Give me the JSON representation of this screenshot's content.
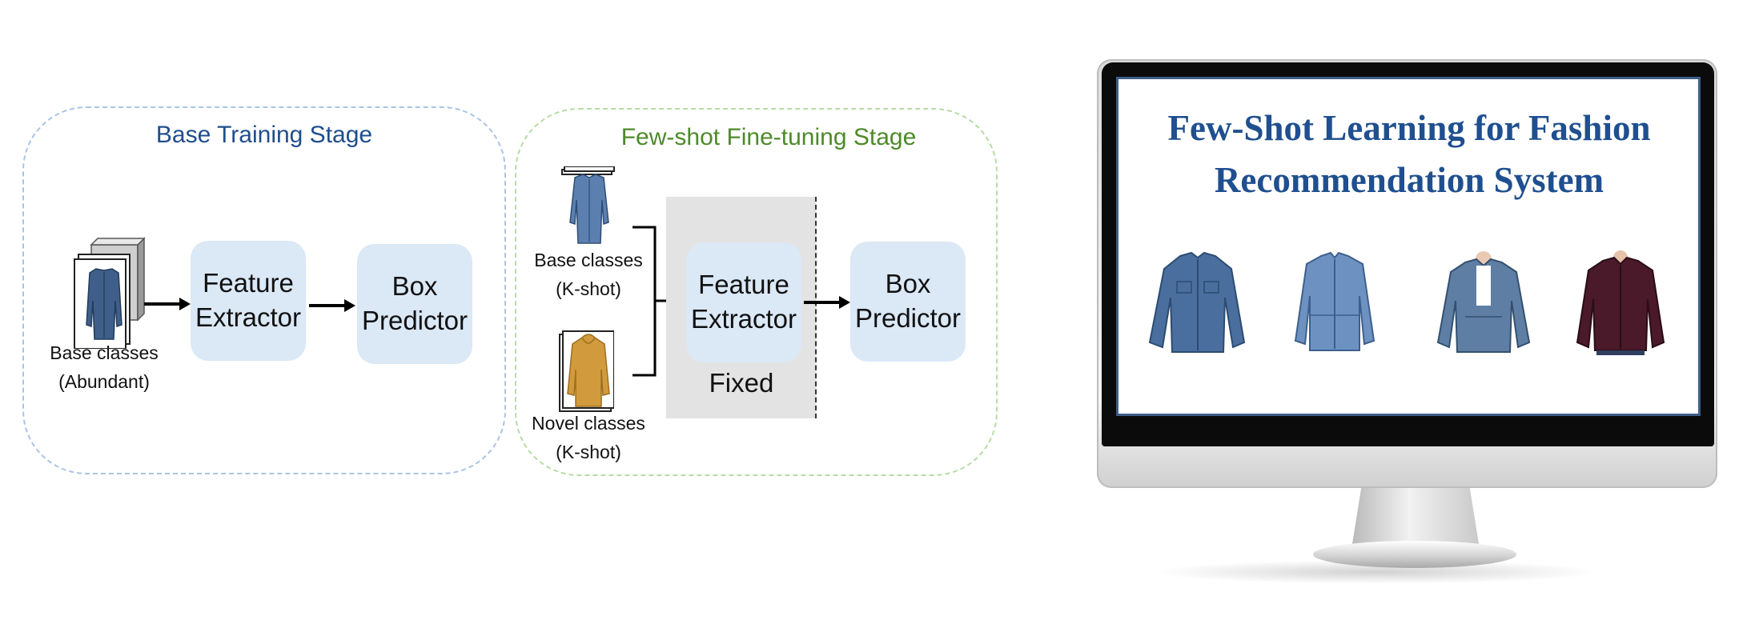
{
  "base_stage": {
    "title": "Base Training Stage",
    "title_color": "#1f4e8c",
    "border_color": "#a9c4e4",
    "input_caption": "Base classes\n(Abundant)",
    "feature_extractor": "Feature\nExtractor",
    "box_predictor": "Box\nPredictor"
  },
  "finetune_stage": {
    "title": "Few-shot Fine-tuning Stage",
    "title_color": "#4e8a2a",
    "border_color": "#b7dca3",
    "base_caption": "Base classes\n(K-shot)",
    "novel_caption": "Novel classes\n(K-shot)",
    "feature_extractor": "Feature\nExtractor",
    "fixed_label": "Fixed",
    "box_predictor": "Box\nPredictor"
  },
  "monitor": {
    "title": "Few-Shot Learning for Fashion\nRecommendation System",
    "title_color": "#1f4f8f",
    "jackets": [
      "denim-shirt-jacket",
      "light-denim-jacket",
      "worn-denim-jacket",
      "burgundy-leather-jacket"
    ]
  },
  "colors": {
    "block_fill": "#dbe8f6",
    "fixed_fill": "#e3e3e3",
    "arrow": "#000000",
    "denim": "#4a6f9e",
    "hoodie": "#d19a3c",
    "leather": "#4a1a2a"
  }
}
